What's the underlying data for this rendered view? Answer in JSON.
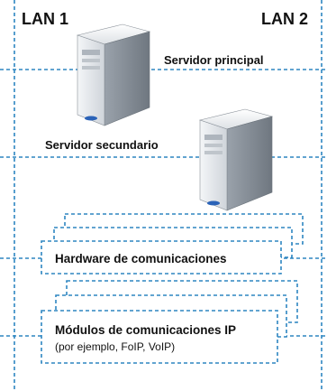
{
  "lan_left": "LAN 1",
  "lan_right": "LAN 2",
  "servers": {
    "primary": "Servidor principal",
    "secondary": "Servidor secundario"
  },
  "boxes": {
    "hardware": "Hardware de comunicaciones",
    "ip_modules": "Módulos de comunicaciones IP",
    "ip_modules_note": "(por ejemplo, FoIP, VoIP)"
  },
  "colors": {
    "network_line": "#2e86c1",
    "server_body": "#c8cdd3"
  },
  "icons": [
    "tower-server-icon",
    "tower-server-icon"
  ]
}
